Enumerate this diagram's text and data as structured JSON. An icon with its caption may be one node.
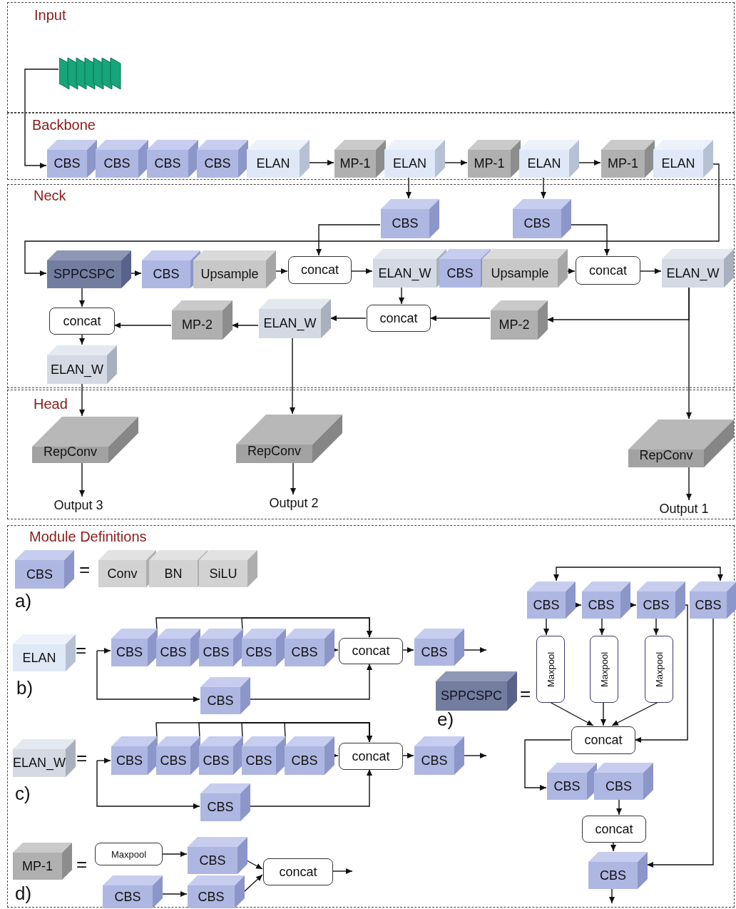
{
  "diagram": {
    "nodes": [
      {
        "text": [
          "Input"
        ]
      },
      {
        "text": [],
        "shape": "picture",
        "in": 0
      },
      {
        "text": [
          "Backbone"
        ]
      },
      {
        "text": [
          "CBS"
        ],
        "in": 2
      },
      {
        "text": [
          "CBS"
        ],
        "in": 2
      },
      {
        "text": [
          "CBS"
        ],
        "in": 2
      },
      {
        "text": [
          "CBS"
        ],
        "in": 2
      },
      {
        "text": [
          "ELAN"
        ],
        "in": 2
      },
      {
        "text": [
          "MP-1"
        ],
        "in": 2
      },
      {
        "text": [
          "ELAN"
        ],
        "in": 2
      },
      {
        "text": [
          "MP-1"
        ],
        "in": 2
      },
      {
        "text": [
          "ELAN"
        ],
        "in": 2
      },
      {
        "text": [
          "MP-1"
        ],
        "in": 2
      },
      {
        "text": [
          "ELAN"
        ],
        "in": 2
      },
      {
        "text": [
          "Neck"
        ]
      },
      {
        "text": [
          "CBS"
        ],
        "in": 14
      },
      {
        "text": [
          "CBS"
        ],
        "in": 14
      },
      {
        "text": [
          "SPPCSPC"
        ],
        "in": 14
      },
      {
        "text": [
          "CBS"
        ],
        "in": 14
      },
      {
        "text": [
          "Upsample"
        ],
        "in": 14
      },
      {
        "text": [
          "concat"
        ],
        "in": 14
      },
      {
        "text": [
          "ELAN_W"
        ],
        "in": 14
      },
      {
        "text": [
          "CBS"
        ],
        "in": 14
      },
      {
        "text": [
          "Upsample"
        ],
        "in": 14
      },
      {
        "text": [
          "concat"
        ],
        "in": 14
      },
      {
        "text": [
          "ELAN_W"
        ],
        "in": 14
      },
      {
        "text": [
          "concat"
        ],
        "in": 14
      },
      {
        "text": [
          "MP-2"
        ],
        "in": 14
      },
      {
        "text": [
          "ELAN_W"
        ],
        "in": 14
      },
      {
        "text": [
          "concat"
        ],
        "in": 14
      },
      {
        "text": [
          "MP-2"
        ],
        "in": 14
      },
      {
        "text": [
          "ELAN_W"
        ],
        "in": 14
      },
      {
        "text": [
          "Head"
        ]
      },
      {
        "text": [
          "RepConv"
        ],
        "in": 32
      },
      {
        "text": [
          "RepConv"
        ],
        "in": 32
      },
      {
        "text": [
          "RepConv"
        ],
        "in": 32
      },
      {
        "text": [
          "Output 3"
        ],
        "in": 32
      },
      {
        "text": [
          "Output 2"
        ],
        "in": 32
      },
      {
        "text": [
          "Output 1"
        ],
        "in": 32
      },
      {
        "text": [
          "Module Definitions"
        ]
      },
      {
        "text": [
          "CBS"
        ],
        "in": 39
      },
      {
        "text": [
          "Conv"
        ],
        "in": 39
      },
      {
        "text": [
          "BN"
        ],
        "in": 39
      },
      {
        "text": [
          "SiLU"
        ],
        "in": 39
      },
      {
        "text": [
          "ELAN"
        ],
        "in": 39
      },
      {
        "text": [
          "CBS"
        ],
        "in": 39
      },
      {
        "text": [
          "CBS"
        ],
        "in": 39
      },
      {
        "text": [
          "CBS"
        ],
        "in": 39
      },
      {
        "text": [
          "CBS"
        ],
        "in": 39
      },
      {
        "text": [
          "CBS"
        ],
        "in": 39
      },
      {
        "text": [
          "concat"
        ],
        "in": 39
      },
      {
        "text": [
          "CBS"
        ],
        "in": 39
      },
      {
        "text": [
          "CBS"
        ],
        "in": 39
      },
      {
        "text": [
          "ELAN_W"
        ],
        "in": 39
      },
      {
        "text": [
          "CBS"
        ],
        "in": 39
      },
      {
        "text": [
          "CBS"
        ],
        "in": 39
      },
      {
        "text": [
          "CBS"
        ],
        "in": 39
      },
      {
        "text": [
          "CBS"
        ],
        "in": 39
      },
      {
        "text": [
          "CBS"
        ],
        "in": 39
      },
      {
        "text": [
          "concat"
        ],
        "in": 39
      },
      {
        "text": [
          "CBS"
        ],
        "in": 39
      },
      {
        "text": [
          "CBS"
        ],
        "in": 39
      },
      {
        "text": [
          "MP-1"
        ],
        "in": 39
      },
      {
        "text": [
          "Maxpool"
        ],
        "in": 39
      },
      {
        "text": [
          "CBS"
        ],
        "in": 39
      },
      {
        "text": [
          "CBS"
        ],
        "in": 39
      },
      {
        "text": [
          "CBS"
        ],
        "in": 39
      },
      {
        "text": [
          "concat"
        ],
        "in": 39
      },
      {
        "text": [
          "SPPCSPC"
        ],
        "in": 39
      },
      {
        "text": [
          "CBS"
        ],
        "in": 39
      },
      {
        "text": [
          "CBS"
        ],
        "in": 39
      },
      {
        "text": [
          "CBS"
        ],
        "in": 39
      },
      {
        "text": [
          "CBS"
        ],
        "in": 39
      },
      {
        "text": [
          "Maxpool"
        ],
        "in": 39
      },
      {
        "text": [
          "Maxpool"
        ],
        "in": 39
      },
      {
        "text": [
          "Maxpool"
        ],
        "in": 39
      },
      {
        "text": [
          "concat"
        ],
        "in": 39
      },
      {
        "text": [
          "CBS"
        ],
        "in": 39
      },
      {
        "text": [
          "CBS"
        ],
        "in": 39
      },
      {
        "text": [
          "concat"
        ],
        "in": 39
      },
      {
        "text": [
          "CBS"
        ],
        "in": 39
      }
    ],
    "edges": [
      {
        "from": 1,
        "to": 3,
        "arrow": "to"
      },
      {
        "from": 7,
        "to": 8,
        "arrow": "to"
      },
      {
        "from": 9,
        "to": 10,
        "arrow": "to"
      },
      {
        "from": 11,
        "to": 12,
        "arrow": "to"
      },
      {
        "from": 9,
        "to": 15,
        "arrow": "to"
      },
      {
        "from": 11,
        "to": 16,
        "arrow": "to"
      },
      {
        "from": 13,
        "to": 17,
        "arrow": "to"
      },
      {
        "from": 15,
        "to": 20,
        "arrow": "to"
      },
      {
        "from": 16,
        "to": 24,
        "arrow": "to"
      },
      {
        "from": 17,
        "to": 18,
        "arrow": "to"
      },
      {
        "from": 19,
        "to": 20,
        "arrow": "to"
      },
      {
        "from": 20,
        "to": 21,
        "arrow": "to"
      },
      {
        "from": 23,
        "to": 24,
        "arrow": "to"
      },
      {
        "from": 24,
        "to": 25,
        "arrow": "to"
      },
      {
        "from": 21,
        "to": 29,
        "arrow": "to"
      },
      {
        "from": 25,
        "to": 30,
        "arrow": "to"
      },
      {
        "from": 25,
        "to": 35,
        "arrow": "to"
      },
      {
        "from": 30,
        "to": 29,
        "arrow": "to"
      },
      {
        "from": 29,
        "to": 28,
        "arrow": "to"
      },
      {
        "from": 28,
        "to": 27,
        "arrow": "to"
      },
      {
        "from": 27,
        "to": 26,
        "arrow": "to"
      },
      {
        "from": 17,
        "to": 26,
        "arrow": "to"
      },
      {
        "from": 26,
        "to": 31,
        "arrow": "to"
      },
      {
        "from": 31,
        "to": 33,
        "arrow": "to"
      },
      {
        "from": 28,
        "to": 34,
        "arrow": "to"
      },
      {
        "from": 33,
        "to": 36,
        "arrow": "to"
      },
      {
        "from": 34,
        "to": 37,
        "arrow": "to"
      },
      {
        "from": 35,
        "to": 38,
        "arrow": "to"
      },
      {
        "from": null,
        "to": 45,
        "arrow": "to"
      },
      {
        "from": null,
        "to": 52,
        "arrow": "to"
      },
      {
        "from": 45,
        "to": 50,
        "arrow": "to"
      },
      {
        "from": 47,
        "to": 50,
        "arrow": "to"
      },
      {
        "from": 49,
        "to": 50,
        "arrow": "to"
      },
      {
        "from": 52,
        "to": 50,
        "arrow": "to"
      },
      {
        "from": 50,
        "to": 51,
        "arrow": "to"
      },
      {
        "from": 51,
        "to": null,
        "arrow": "to"
      },
      {
        "from": null,
        "to": 54,
        "arrow": "to"
      },
      {
        "from": null,
        "to": 61,
        "arrow": "to"
      },
      {
        "from": 54,
        "to": 59,
        "arrow": "to"
      },
      {
        "from": 55,
        "to": 59,
        "arrow": "to"
      },
      {
        "from": 56,
        "to": 59,
        "arrow": "to"
      },
      {
        "from": 57,
        "to": 59,
        "arrow": "to"
      },
      {
        "from": 58,
        "to": 59,
        "arrow": "to"
      },
      {
        "from": 61,
        "to": 59,
        "arrow": "to"
      },
      {
        "from": 59,
        "to": 60,
        "arrow": "to"
      },
      {
        "from": 60,
        "to": null,
        "arrow": "to"
      },
      {
        "from": 63,
        "to": 64,
        "arrow": "to"
      },
      {
        "from": 65,
        "to": 66,
        "arrow": "to"
      },
      {
        "from": 64,
        "to": 67,
        "arrow": "to"
      },
      {
        "from": 66,
        "to": 67,
        "arrow": "to"
      },
      {
        "from": 67,
        "to": null,
        "arrow": "to"
      },
      {
        "from": null,
        "to": 69,
        "arrow": "to"
      },
      {
        "from": null,
        "to": 72,
        "arrow": "to"
      },
      {
        "from": 69,
        "to": 70,
        "arrow": "to"
      },
      {
        "from": 70,
        "to": 71,
        "arrow": "to"
      },
      {
        "from": 69,
        "to": 73,
        "arrow": "to"
      },
      {
        "from": 70,
        "to": 74,
        "arrow": "to"
      },
      {
        "from": 71,
        "to": 75,
        "arrow": "to"
      },
      {
        "from": 73,
        "to": 76,
        "arrow": "to"
      },
      {
        "from": 74,
        "to": 76,
        "arrow": "to"
      },
      {
        "from": 75,
        "to": 76,
        "arrow": "to"
      },
      {
        "from": 71,
        "to": 76,
        "arrow": "to"
      },
      {
        "from": 76,
        "to": 77,
        "arrow": "to"
      },
      {
        "from": 78,
        "to": 79,
        "arrow": "to"
      },
      {
        "from": 79,
        "to": 80,
        "arrow": "to"
      },
      {
        "from": 72,
        "to": 80,
        "arrow": "to"
      },
      {
        "from": 80,
        "to": null,
        "arrow": "to"
      }
    ],
    "labels": [
      "=",
      "a)",
      "=",
      "b)",
      "=",
      "e)",
      "=",
      "c)",
      "=",
      "d)"
    ]
  }
}
